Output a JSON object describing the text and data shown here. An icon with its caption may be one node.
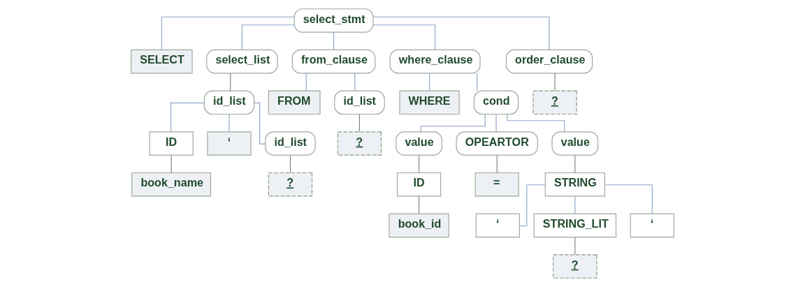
{
  "diagram": {
    "nodes": [
      {
        "text": [
          "select_stmt"
        ]
      },
      {
        "text": [
          "SELECT"
        ]
      },
      {
        "text": [
          "select_list"
        ]
      },
      {
        "text": [
          "id_list"
        ]
      },
      {
        "text": [
          "ID"
        ]
      },
      {
        "text": [
          "book_name"
        ]
      },
      {
        "text": [
          "‘"
        ]
      },
      {
        "text": [
          "id_list"
        ]
      },
      {
        "text": [
          "?"
        ]
      },
      {
        "text": [
          "from_clause"
        ]
      },
      {
        "text": [
          "FROM"
        ]
      },
      {
        "text": [
          "id_list"
        ]
      },
      {
        "text": [
          "?"
        ]
      },
      {
        "text": [
          "where_clause"
        ]
      },
      {
        "text": [
          "WHERE"
        ]
      },
      {
        "text": [
          "cond"
        ]
      },
      {
        "text": [
          "value"
        ]
      },
      {
        "text": [
          "ID"
        ]
      },
      {
        "text": [
          "book_id"
        ]
      },
      {
        "text": [
          "OPEARTOR"
        ]
      },
      {
        "text": [
          "="
        ]
      },
      {
        "text": [
          "value"
        ]
      },
      {
        "text": [
          "STRING"
        ]
      },
      {
        "text": [
          "‘"
        ]
      },
      {
        "text": [
          "STRING_LIT"
        ]
      },
      {
        "text": [
          "‘"
        ]
      },
      {
        "text": [
          "?"
        ]
      },
      {
        "text": [
          "order_clause"
        ]
      },
      {
        "text": [
          "?"
        ]
      }
    ],
    "edges": [
      {
        "from": 0,
        "to": 1,
        "arrow": "none"
      },
      {
        "from": 0,
        "to": 2,
        "arrow": "none"
      },
      {
        "from": 0,
        "to": 9,
        "arrow": "none"
      },
      {
        "from": 0,
        "to": 13,
        "arrow": "none"
      },
      {
        "from": 0,
        "to": 27,
        "arrow": "none"
      },
      {
        "from": 2,
        "to": 3,
        "arrow": "none",
        "color": "#808080"
      },
      {
        "from": 3,
        "to": 4,
        "arrow": "none"
      },
      {
        "from": 3,
        "to": 6,
        "arrow": "none"
      },
      {
        "from": 3,
        "to": 7,
        "arrow": "none"
      },
      {
        "from": 4,
        "to": 5,
        "arrow": "none",
        "color": "#808080"
      },
      {
        "from": 7,
        "to": 8,
        "arrow": "none",
        "color": "#808080"
      },
      {
        "from": 9,
        "to": 10,
        "arrow": "none"
      },
      {
        "from": 9,
        "to": 11,
        "arrow": "none"
      },
      {
        "from": 11,
        "to": 12,
        "arrow": "none",
        "color": "#808080"
      },
      {
        "from": 13,
        "to": 14,
        "arrow": "none"
      },
      {
        "from": 13,
        "to": 15,
        "arrow": "none"
      },
      {
        "from": 15,
        "to": 16,
        "arrow": "none"
      },
      {
        "from": 15,
        "to": 19,
        "arrow": "none"
      },
      {
        "from": 15,
        "to": 21,
        "arrow": "none"
      },
      {
        "from": 16,
        "to": 17,
        "arrow": "none",
        "color": "#808080"
      },
      {
        "from": 17,
        "to": 18,
        "arrow": "none",
        "color": "#808080"
      },
      {
        "from": 19,
        "to": 20,
        "arrow": "none",
        "color": "#808080"
      },
      {
        "from": 21,
        "to": 22,
        "arrow": "none",
        "color": "#808080"
      },
      {
        "from": 22,
        "to": 23,
        "arrow": "none"
      },
      {
        "from": 22,
        "to": 24,
        "arrow": "none"
      },
      {
        "from": 22,
        "to": 25,
        "arrow": "none"
      },
      {
        "from": 24,
        "to": 26,
        "arrow": "none",
        "color": "#808080"
      },
      {
        "from": 27,
        "to": 28,
        "arrow": "none",
        "color": "#808080"
      }
    ]
  }
}
